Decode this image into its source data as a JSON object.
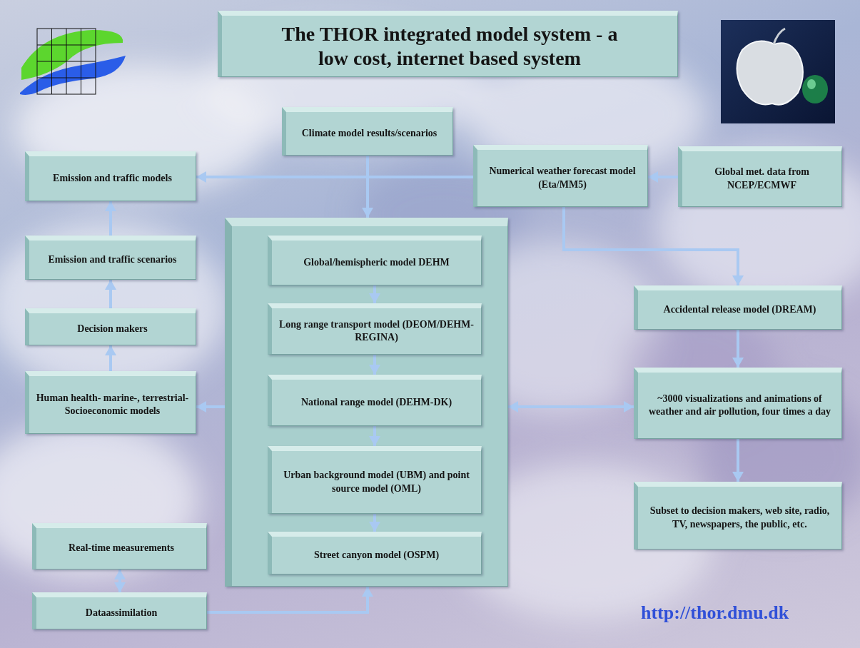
{
  "diagram": {
    "title": "The THOR integrated model system - a low cost, internet based system",
    "nodes": [
      {
        "text": [
          "Climate model results/scenarios"
        ]
      },
      {
        "text": [
          "Emission and traffic models"
        ]
      },
      {
        "text": [
          "Numerical weather forecast model (Eta/MM5)"
        ]
      },
      {
        "text": [
          "Global met. data from NCEP/ECMWF"
        ]
      },
      {
        "text": [
          "Emission and traffic scenarios"
        ]
      },
      {
        "text": []
      },
      {
        "text": [
          "Global/hemispheric model DEHM"
        ],
        "in": 5
      },
      {
        "text": [
          "Long range transport model (DEOM/DEHM-REGINA)"
        ],
        "in": 5
      },
      {
        "text": [
          "Accidental release model (DREAM)"
        ]
      },
      {
        "text": [
          "Decision makers"
        ]
      },
      {
        "text": [
          "National range model (DEHM-DK)"
        ],
        "in": 5
      },
      {
        "text": [
          "Human health- marine-, terrestrial- Socioeconomic models"
        ]
      },
      {
        "text": [
          "~3000 visualizations and animations of weather and air pollution, four times a day"
        ]
      },
      {
        "text": [
          "Urban background model (UBM) and point source model (OML)"
        ],
        "in": 5
      },
      {
        "text": [
          "Subset to decision makers, web site, radio, TV, newspapers, the public, etc."
        ]
      },
      {
        "text": [
          "Real-time measurements"
        ]
      },
      {
        "text": [
          "Street canyon model (OSPM)"
        ],
        "in": 5
      },
      {
        "text": [
          "Dataassimilation"
        ]
      }
    ],
    "edges": [
      {
        "from": 0,
        "to": 5,
        "arrow": "to"
      },
      {
        "from": 2,
        "to": 1,
        "arrow": "to"
      },
      {
        "from": 3,
        "to": 2,
        "arrow": "to"
      },
      {
        "from": 2,
        "to": 8,
        "arrow": "to"
      },
      {
        "from": 4,
        "to": 1,
        "arrow": "to"
      },
      {
        "from": 9,
        "to": 4,
        "arrow": "to"
      },
      {
        "from": 11,
        "to": 9,
        "arrow": "to"
      },
      {
        "from": 5,
        "to": 11,
        "arrow": "to"
      },
      {
        "from": 5,
        "to": 12,
        "arrow": "both"
      },
      {
        "from": 8,
        "to": 12,
        "arrow": "to"
      },
      {
        "from": 12,
        "to": 14,
        "arrow": "to"
      },
      {
        "from": 15,
        "to": 17,
        "arrow": "both"
      },
      {
        "from": 17,
        "to": 5,
        "arrow": "to"
      },
      {
        "from": 6,
        "to": 7,
        "arrow": "to"
      },
      {
        "from": 7,
        "to": 10,
        "arrow": "to"
      },
      {
        "from": 10,
        "to": 13,
        "arrow": "to"
      },
      {
        "from": 13,
        "to": 16,
        "arrow": "to"
      }
    ],
    "labels": [
      "http://thor.dmu.dk"
    ]
  }
}
